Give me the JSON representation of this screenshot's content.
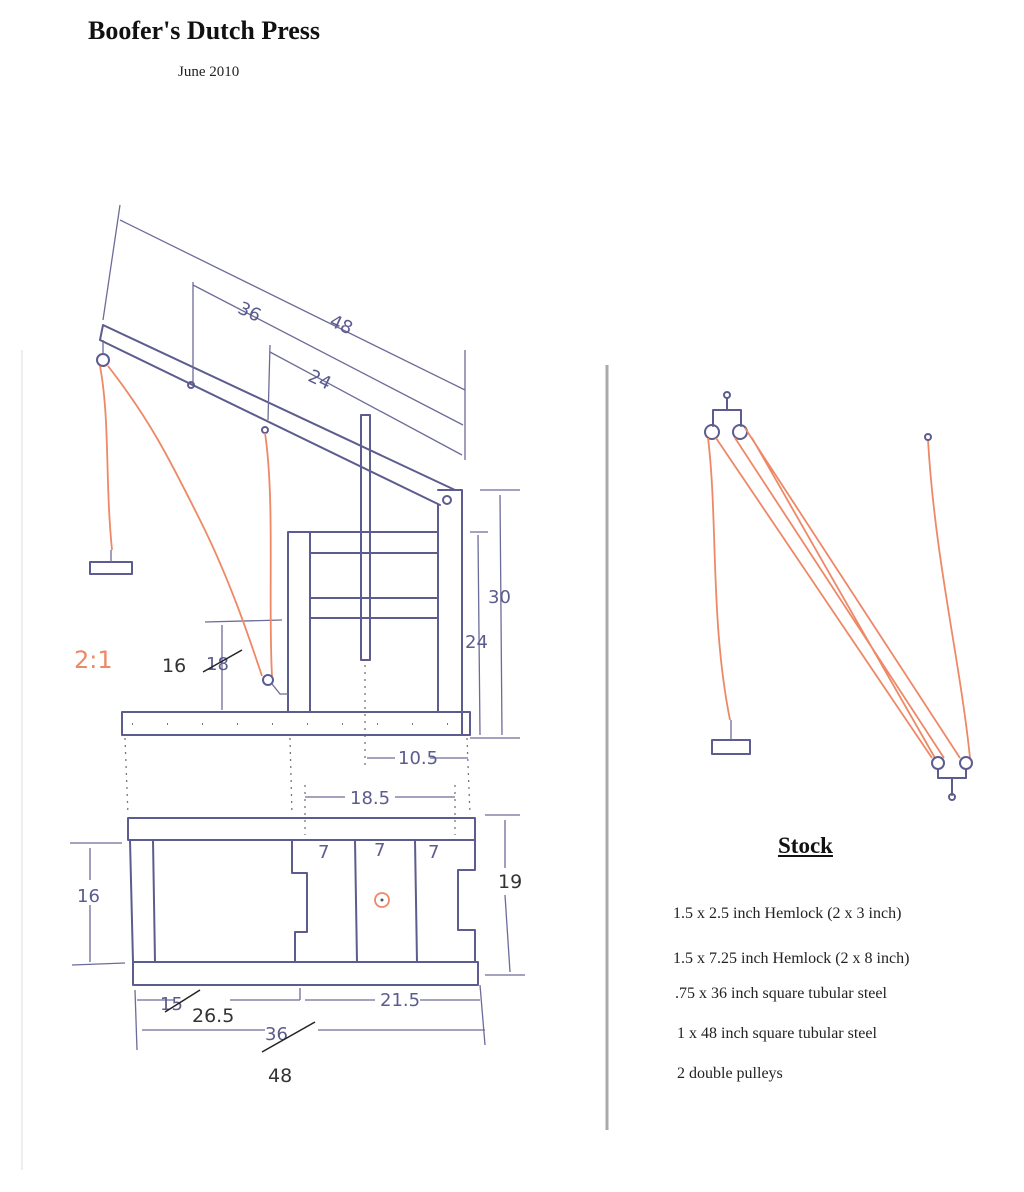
{
  "header": {
    "title": "Boofer's Dutch Press",
    "date": "June 2010"
  },
  "colors": {
    "ink": "#5c5c8e",
    "rope": "#ee8866"
  },
  "diagram": {
    "ratio_label": "2:1",
    "beam_dims": [
      "48",
      "36",
      "24"
    ],
    "frame_dims": {
      "height_outer": "30",
      "height_inner": "24",
      "lift_new": "16",
      "lift_old": "18",
      "span_small": "10.5",
      "span_mid": "18.5",
      "board_widths": [
        "7",
        "7",
        "7"
      ],
      "base_height": "16",
      "base_height_outer": "19",
      "left_old": "15",
      "left_new": "26.5",
      "right": "21.5",
      "total_old": "36",
      "total_new": "48"
    }
  },
  "stock": {
    "title": "Stock",
    "items": [
      "1.5 x 2.5 inch Hemlock (2 x 3 inch)",
      "1.5 x 7.25 inch Hemlock (2 x 8 inch)",
      ".75 x 36 inch square tubular steel",
      "1 x 48 inch square tubular steel",
      "2 double pulleys"
    ]
  }
}
